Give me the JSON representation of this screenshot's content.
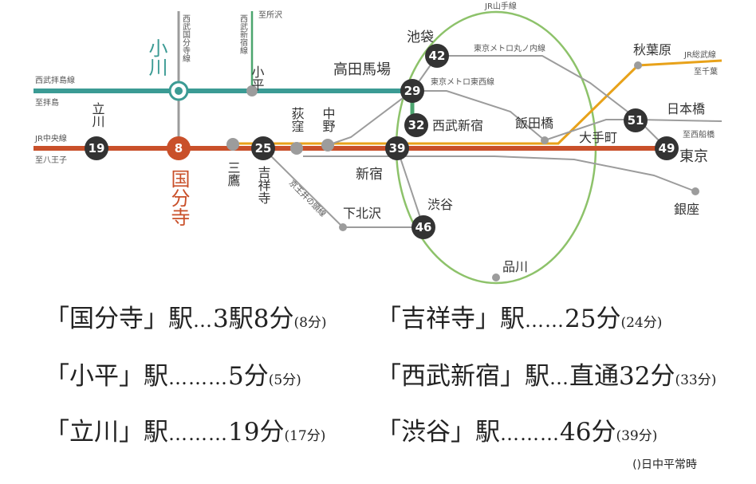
{
  "colors": {
    "seibu_haijima": "#3b9b94",
    "chuo_line": "#c9502a",
    "kokubunji_accent": "#c9502a",
    "ogawa_accent": "#3b9b94",
    "yamanote": "#8dc26a",
    "sobu": "#e8a21a",
    "gray_line": "#9c9c9c",
    "station_dark": "#333333",
    "seibu_shinjuku_line": "#4ca56f"
  },
  "map": {
    "lines": {
      "seibu_haijima": "西武拝島線",
      "to_haijima": "至拝島",
      "chuo": "JR中央線",
      "to_hachioji": "至八王子",
      "kokubunji_line": "西武国分寺線",
      "shinjuku_line": "西武新宿線",
      "to_tokorozawa": "至所沢",
      "yamanote": "JR山手線",
      "marunouchi": "東京メトロ丸ノ内線",
      "tozai": "東京メトロ東西線",
      "sobu": "JR総武線",
      "to_chiba": "至千葉",
      "to_nishifunabashi": "至西船橋",
      "inokashira": "京王井の頭線"
    },
    "stations": {
      "ogawa": "小川",
      "kokubunji": "国分寺",
      "tachikawa": "立川",
      "kodaira": "小平",
      "mitaka": "三鷹",
      "kichijoji": "吉祥寺",
      "ogikubo": "荻窪",
      "nakano": "中野",
      "takadanobaba": "高田馬場",
      "ikebukuro": "池袋",
      "seibu_shinjuku": "西武新宿",
      "shinjuku": "新宿",
      "iidabashi": "飯田橋",
      "akihabara": "秋葉原",
      "otemachi": "大手町",
      "nihonbashi": "日本橋",
      "tokyo": "東京",
      "ginza": "銀座",
      "shimokitazawa": "下北沢",
      "shibuya": "渋谷",
      "shinagawa": "品川"
    },
    "minutes": {
      "tachikawa": "19",
      "kokubunji": "8",
      "kichijoji": "25",
      "takadanobaba": "29",
      "ikebukuro": "42",
      "seibu_shinjuku": "32",
      "shinjuku": "39",
      "otemachi": "51",
      "tokyo": "49",
      "shibuya": "46"
    }
  },
  "times": [
    {
      "dest": "「国分寺」駅",
      "dots": "…",
      "min": "3駅8分",
      "offpeak": "(8分)"
    },
    {
      "dest": "「吉祥寺」駅",
      "dots": "……",
      "min": "25分",
      "offpeak": "(24分)"
    },
    {
      "dest": "「小平」駅",
      "dots": "………",
      "min": "5分",
      "offpeak": "(5分)"
    },
    {
      "dest": "「西武新宿」駅",
      "dots": "…",
      "min": "直通32分",
      "offpeak": "(33分)"
    },
    {
      "dest": "「立川」駅",
      "dots": "………",
      "min": "19分",
      "offpeak": "(17分)"
    },
    {
      "dest": "「渋谷」駅",
      "dots": "………",
      "min": "46分",
      "offpeak": "(39分)"
    }
  ],
  "note": "()日中平常時"
}
